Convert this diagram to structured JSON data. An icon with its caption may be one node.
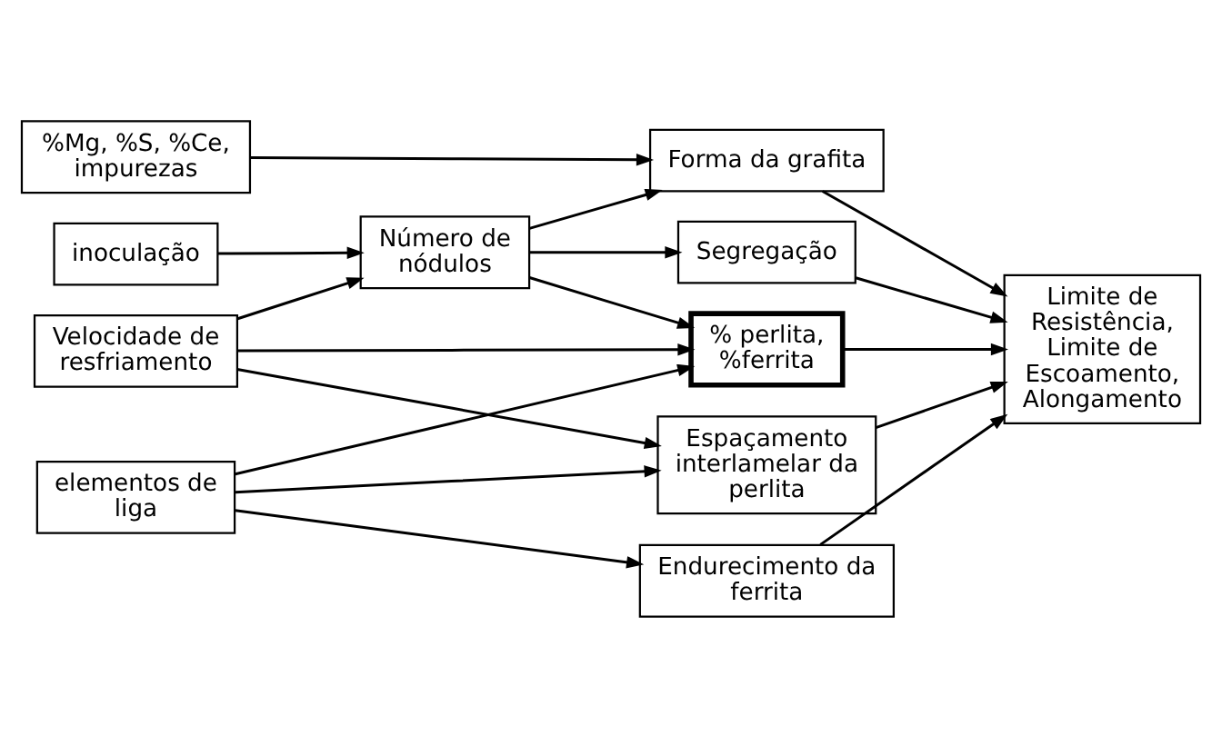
{
  "diagram": {
    "nodes": [
      {
        "text": [
          "%Mg, %S, %Ce, impurezas"
        ]
      },
      {
        "text": [
          "inoculação"
        ]
      },
      {
        "text": [
          "Velocidade de resfriamento"
        ]
      },
      {
        "text": [
          "elementos de liga"
        ]
      },
      {
        "text": [
          "Número de nódulos"
        ]
      },
      {
        "text": [
          "Forma da grafita"
        ]
      },
      {
        "text": [
          "Segregação"
        ]
      },
      {
        "text": [
          "% perlita, %ferrita"
        ]
      },
      {
        "text": [
          "Espaçamento interlamelar da perlita"
        ]
      },
      {
        "text": [
          "Endurecimento da ferrita"
        ]
      },
      {
        "text": [
          "Limite de Resistência, Limite de Escoamento, Alongamento"
        ]
      }
    ],
    "edges": [
      {
        "from": 0,
        "to": 5,
        "arrow": "to"
      },
      {
        "from": 1,
        "to": 4,
        "arrow": "to"
      },
      {
        "from": 2,
        "to": 4,
        "arrow": "to"
      },
      {
        "from": 4,
        "to": 5,
        "arrow": "to"
      },
      {
        "from": 4,
        "to": 6,
        "arrow": "to"
      },
      {
        "from": 4,
        "to": 7,
        "arrow": "to"
      },
      {
        "from": 2,
        "to": 7,
        "arrow": "to"
      },
      {
        "from": 3,
        "to": 7,
        "arrow": "to"
      },
      {
        "from": 2,
        "to": 8,
        "arrow": "to"
      },
      {
        "from": 3,
        "to": 8,
        "arrow": "to"
      },
      {
        "from": 3,
        "to": 9,
        "arrow": "to"
      },
      {
        "from": 5,
        "to": 10,
        "arrow": "to"
      },
      {
        "from": 6,
        "to": 10,
        "arrow": "to"
      },
      {
        "from": 7,
        "to": 10,
        "arrow": "to"
      },
      {
        "from": 8,
        "to": 10,
        "arrow": "to"
      },
      {
        "from": 9,
        "to": 10,
        "arrow": "to"
      }
    ]
  }
}
